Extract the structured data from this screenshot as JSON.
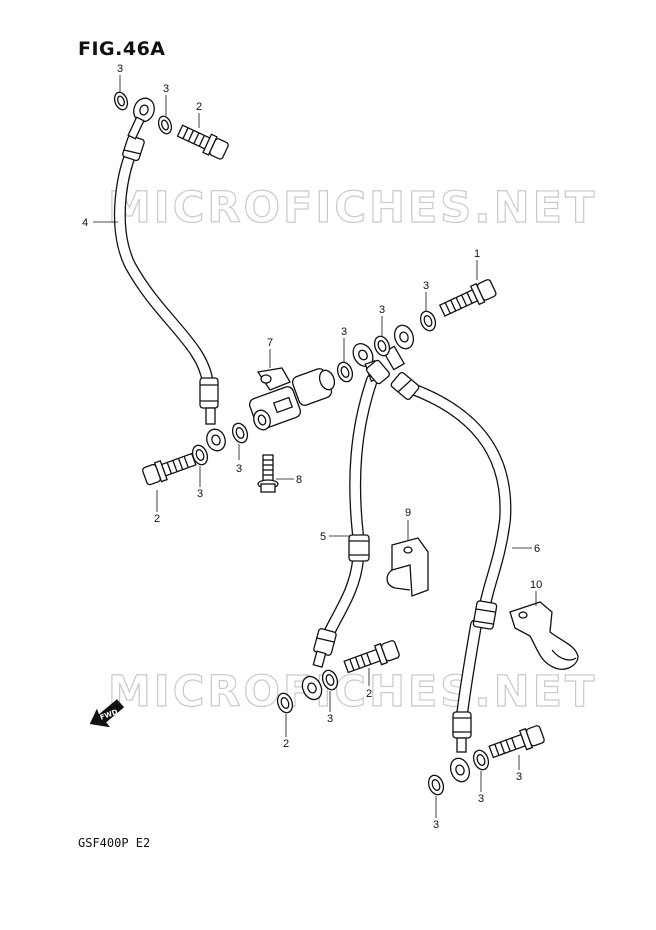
{
  "figure_title": "FIG.46A",
  "footer_code": "GSF400P E2",
  "watermark_text": "MICROFICHES.NET",
  "fwd_label": "FWD",
  "callouts": [
    {
      "id": "c-3a",
      "text": "3"
    },
    {
      "id": "c-3b",
      "text": "3"
    },
    {
      "id": "c-2a",
      "text": "2"
    },
    {
      "id": "c-4",
      "text": "4"
    },
    {
      "id": "c-1",
      "text": "1"
    },
    {
      "id": "c-3c",
      "text": "3"
    },
    {
      "id": "c-3d",
      "text": "3"
    },
    {
      "id": "c-3e",
      "text": "3"
    },
    {
      "id": "c-7",
      "text": "7"
    },
    {
      "id": "c-3f",
      "text": "3"
    },
    {
      "id": "c-3g",
      "text": "3"
    },
    {
      "id": "c-2b",
      "text": "2"
    },
    {
      "id": "c-8",
      "text": "8"
    },
    {
      "id": "c-9",
      "text": "9"
    },
    {
      "id": "c-5",
      "text": "5"
    },
    {
      "id": "c-6",
      "text": "6"
    },
    {
      "id": "c-10",
      "text": "10"
    },
    {
      "id": "c-2c",
      "text": "2"
    },
    {
      "id": "c-3h",
      "text": "3"
    },
    {
      "id": "c-3i",
      "text": "3"
    },
    {
      "id": "c-2d",
      "text": "2"
    },
    {
      "id": "c-3j",
      "text": "3"
    },
    {
      "id": "c-3k",
      "text": "3"
    }
  ]
}
